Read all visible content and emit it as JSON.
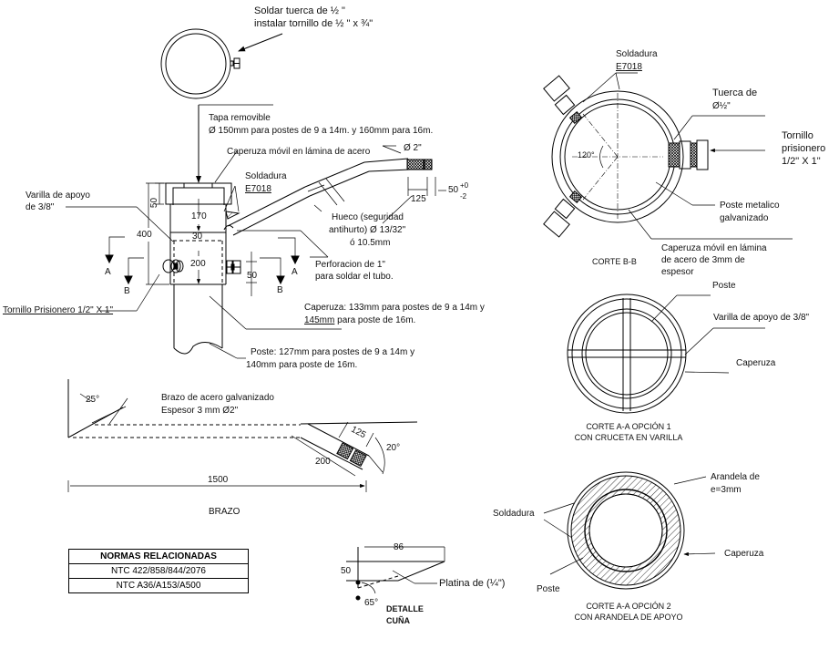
{
  "drawing": {
    "top_view_note": {
      "line1": "Soldar tuerca de ½ \"",
      "line2": "instalar tornillo de ½ \" x ¾\""
    },
    "elevation": {
      "tapa": {
        "line1": "Tapa removible",
        "line2": "Ø 150mm para postes de 9 a 14m. y 160mm para 16m."
      },
      "caperuza_movil": "Caperuza móvil en lámina de acero",
      "soldadura": {
        "line1": "Soldadura",
        "line2": "E7018"
      },
      "diametro": "Ø 2\"",
      "tolerance": {
        "base": "50",
        "upper": "+0",
        "lower": "-2"
      },
      "dim_125": "125",
      "varilla": {
        "line1": "Varilla de apoyo",
        "line2": "de 3/8\""
      },
      "dims": {
        "d50_top": "50",
        "d170": "170",
        "d400": "400",
        "d30": "30",
        "d200": "200",
        "d50_side": "50"
      },
      "section_marks": {
        "a_left": "A",
        "b_left": "B",
        "a_right": "A",
        "b_right": "B"
      },
      "hueco": {
        "line1": "Hueco (seguridad",
        "line2": "antihurto) Ø 13/32\"",
        "line3": "ó 10.5mm"
      },
      "perforacion": {
        "line1": "Perforacion de 1\"",
        "line2": "para soldar el tubo."
      },
      "tornillo": "Tornillo Prisionero 1/2\" X 1\"",
      "caperuza": {
        "line1": "Caperuza: 133mm para postes de 9 a 14m y",
        "line2_u": "145mm",
        "line2_rest": " para poste de 16m."
      },
      "poste": {
        "line1": "Poste: 127mm para postes de 9 a 14m y",
        "line2": "140mm para poste de 16m."
      }
    },
    "brazo": {
      "angle_25": "25°",
      "label": {
        "line1": "Brazo de acero galvanizado",
        "line2": "Espesor 3 mm Ø2\""
      },
      "dim_125": "125",
      "dim_200": "200",
      "angle_20": "20°",
      "dim_1500": "1500",
      "title": "BRAZO"
    },
    "normas": {
      "header": "NORMAS RELACIONADAS",
      "rows": [
        "NTC 422/858/844/2076",
        "NTC A36/A153/A500"
      ]
    },
    "cuna": {
      "dim_86": "86",
      "dim_50": "50",
      "angle": "65°",
      "platina": "Platina de (¼\")",
      "title_line1": "DETALLE",
      "title_line2": "CUÑA"
    },
    "corte_bb": {
      "soldadura": {
        "line1": "Soldadura",
        "line2": "E7018"
      },
      "tuerca": {
        "line1": "Tuerca de",
        "line2": "Ø½\""
      },
      "tornillo": {
        "line1": "Tornillo",
        "line2": "prisionero",
        "line3": "1/2\" X 1\""
      },
      "angle": "120°",
      "poste": {
        "line1": "Poste metalico",
        "line2": "galvanizado"
      },
      "caperuza": {
        "line1": "Caperuza móvil en lámina",
        "line2": "de acero de 3mm de",
        "line3": "espesor"
      },
      "title": "CORTE B-B"
    },
    "corte_aa1": {
      "poste": "Poste",
      "varilla": "Varilla de apoyo de 3/8\"",
      "caperuza": "Caperuza",
      "title_line1": "CORTE A-A OPCIÓN 1",
      "title_line2": "CON CRUCETA EN VARILLA"
    },
    "corte_aa2": {
      "arandela": {
        "line1": "Arandela de",
        "line2": "e=3mm"
      },
      "soldadura": "Soldadura",
      "caperuza": "Caperuza",
      "poste": "Poste",
      "title_line1": "CORTE A-A OPCIÓN 2",
      "title_line2": "CON ARANDELA DE APOYO"
    }
  }
}
